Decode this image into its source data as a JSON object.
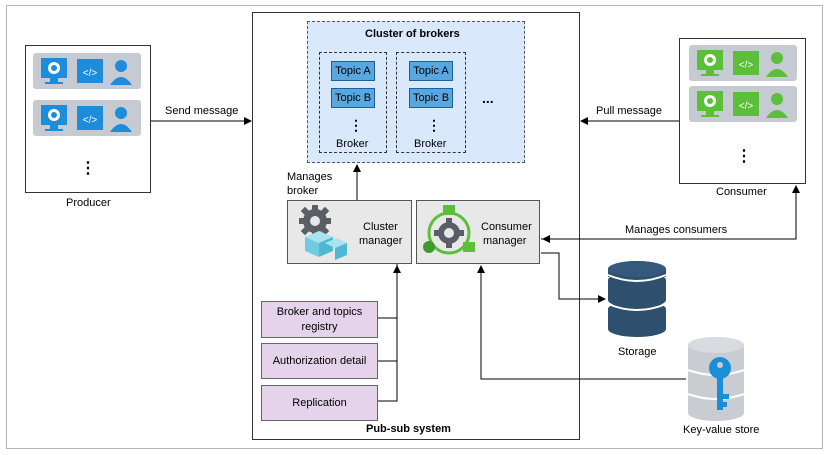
{
  "producer": {
    "label": "Producer",
    "more": "⋮"
  },
  "consumer": {
    "label": "Consumer",
    "more": "⋮"
  },
  "edges": {
    "send_message": "Send message",
    "pull_message": "Pull message",
    "manages_broker_1": "Manages",
    "manages_broker_2": "broker",
    "manages_consumers": "Manages consumers"
  },
  "cluster": {
    "title": "Cluster of brokers",
    "brokers": [
      {
        "topics": [
          "Topic A",
          "Topic B"
        ],
        "more": "⋮",
        "label": "Broker"
      },
      {
        "topics": [
          "Topic A",
          "Topic B"
        ],
        "more": "⋮",
        "label": "Broker"
      }
    ],
    "ellipsis": "..."
  },
  "cluster_manager": {
    "line1": "Cluster",
    "line2": "manager"
  },
  "consumer_manager": {
    "line1": "Consumer",
    "line2": "manager"
  },
  "services": {
    "registry_1": "Broker and topics",
    "registry_2": "registry",
    "authorization": "Authorization detail",
    "replication": "Replication"
  },
  "pubsub_label": "Pub-sub system",
  "storage_label": "Storage",
  "kv_label": "Key-value store",
  "colors": {
    "producer_row": "#c6cbd3",
    "producer_icon": "#1d8ddb",
    "consumer_row": "#c6cbd3",
    "consumer_icon": "#5cbf3a",
    "topic": "#57a7e0",
    "cluster_bg": "#dae8fc",
    "purple": "#e4d3ea",
    "storage": "#2e4f6e",
    "kv": "#c9cdd2",
    "key": "#1a8ed6"
  },
  "icons": [
    "gear-monitor-icon",
    "code-window-icon",
    "user-icon",
    "gear-icon",
    "cube-icon",
    "database-icon",
    "key-icon"
  ]
}
